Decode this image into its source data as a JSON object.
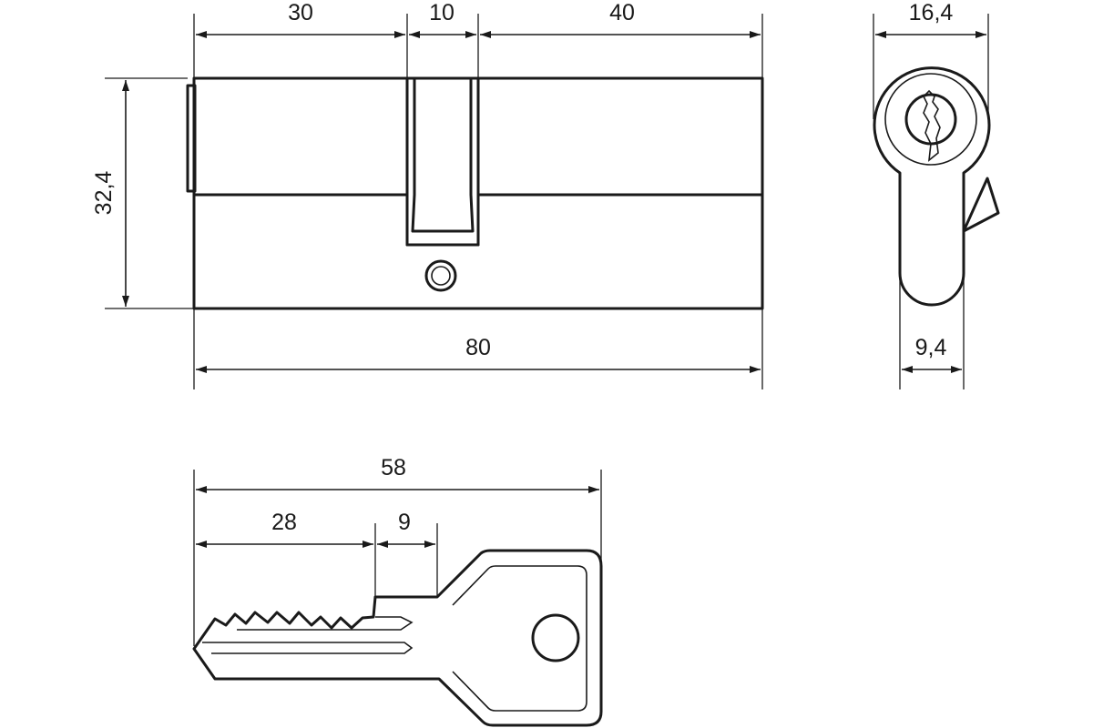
{
  "dimensions": {
    "body_left": "30",
    "cam_width": "10",
    "body_right": "40",
    "total_length": "80",
    "height": "32,4",
    "side_width": "16,4",
    "side_lower_width": "9,4",
    "key_total": "58",
    "key_blade": "28",
    "key_step": "9"
  }
}
